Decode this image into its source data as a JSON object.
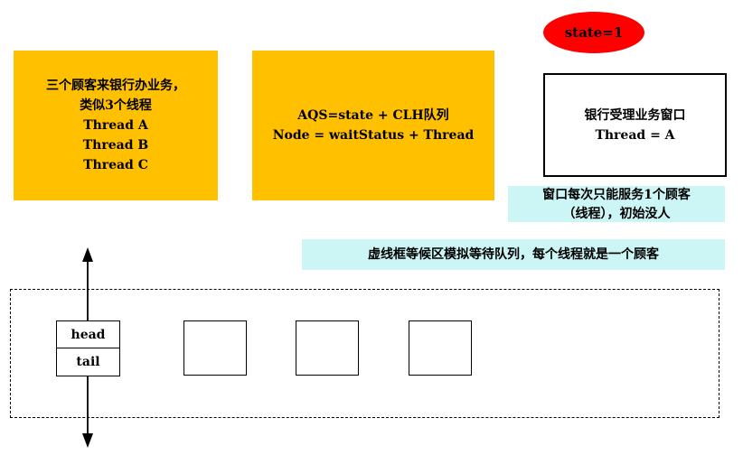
{
  "customers_box": {
    "lines": [
      "三个顾客来银行办业务，",
      "类似3个线程",
      "Thread A",
      "Thread B",
      "Thread C"
    ]
  },
  "aqs_box": {
    "lines": [
      "AQS=state + CLH队列",
      "Node = waitStatus + Thread"
    ]
  },
  "state_badge": {
    "label": "state=1",
    "color": "#ff0000"
  },
  "window_box": {
    "lines": [
      "银行受理业务窗口",
      "Thread = A"
    ]
  },
  "window_note": {
    "lines": [
      "窗口每次只能服务1个顾客",
      "（线程），初始没人"
    ]
  },
  "queue_note": {
    "text": "虚线框等候区模拟等待队列，每个线程就是一个顾客"
  },
  "head_tail": {
    "head": "head",
    "tail": "tail"
  },
  "colors": {
    "orange": "#ffc000",
    "note_bg": "#ccf5f5",
    "state": "#ff0000"
  }
}
